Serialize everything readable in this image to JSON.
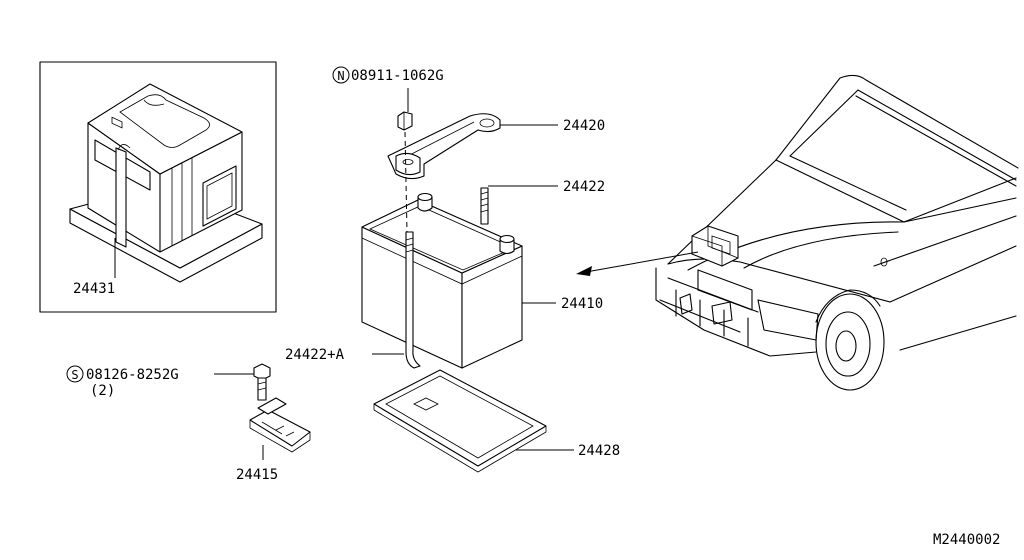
{
  "parts": {
    "nut_note": "08911-1062G",
    "nut_symbol": "N",
    "bolt_note": "08126-8252G",
    "bolt_symbol": "S",
    "bolt_qty": "(2)",
    "clamp": "24420",
    "rod": "24422",
    "battery": "24410",
    "rod_a": "24422+A",
    "tray": "24428",
    "bracket": "24415",
    "cover": "24431"
  },
  "diagram_code": "M2440002"
}
